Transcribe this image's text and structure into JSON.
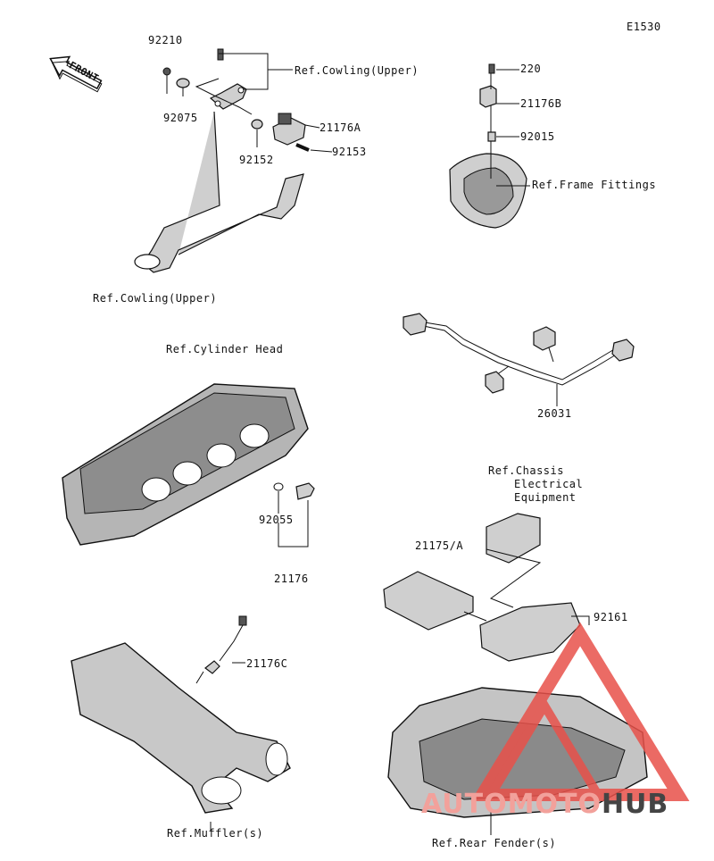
{
  "diagram_code": "E1530",
  "front_arrow_label": "FRONT",
  "parts": {
    "p92210": "92210",
    "p92075": "92075",
    "p21176A": "21176A",
    "p92153": "92153",
    "p92152": "92152",
    "p220": "220",
    "p21176B": "21176B",
    "p92015": "92015",
    "p26031": "26031",
    "p92055": "92055",
    "p21176": "21176",
    "p21175A": "21175/A",
    "p92161": "92161",
    "p21176C": "21176C"
  },
  "refs": {
    "cowling_upper_top": "Ref.Cowling(Upper)",
    "cowling_upper_bottom": "Ref.Cowling(Upper)",
    "frame_fittings": "Ref.Frame Fittings",
    "cylinder_head": "Ref.Cylinder Head",
    "chassis_line1": "Ref.Chassis",
    "chassis_line2": "Electrical",
    "chassis_line3": "Equipment",
    "mufflers": "Ref.Muffler(s)",
    "rear_fender": "Ref.Rear Fender(s)"
  },
  "watermark": {
    "part1": "AUTOMOTO",
    "part2": "HUB",
    "color1": "#f2a19b",
    "color2": "#444444",
    "logo_color": "#e8514a"
  }
}
